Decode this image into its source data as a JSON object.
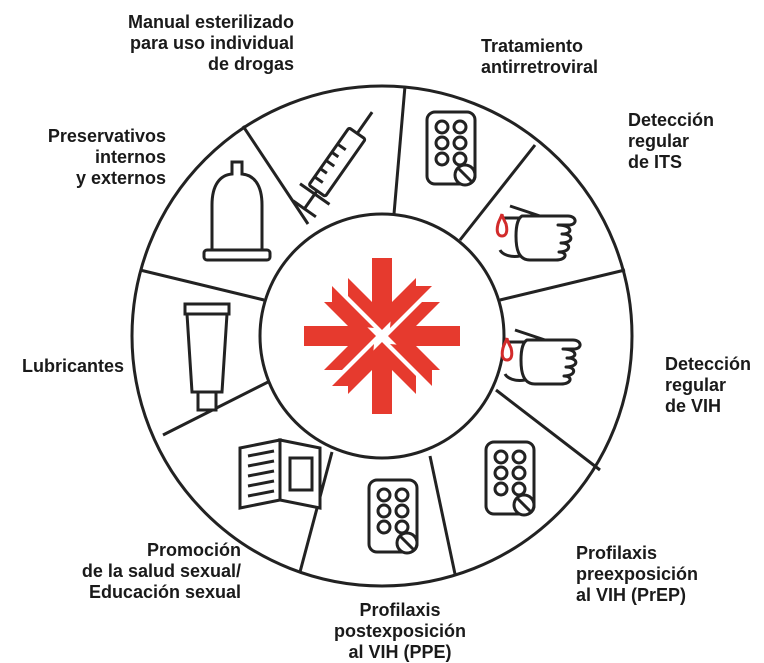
{
  "diagram": {
    "center_logo": {
      "color": "#e63a2e"
    },
    "segments": [
      {
        "id": "syringe",
        "icon": "syringe-icon",
        "lines": [
          "Manual esterilizado",
          "para uso individual",
          "de drogas"
        ]
      },
      {
        "id": "art",
        "icon": "pill-blister-icon",
        "lines": [
          "Tratamiento",
          "antirretroviral"
        ]
      },
      {
        "id": "sti",
        "icon": "finger-prick-icon",
        "lines": [
          "Detección",
          "regular",
          "de ITS"
        ]
      },
      {
        "id": "hiv",
        "icon": "finger-prick-icon",
        "lines": [
          "Detección",
          "regular",
          "de VIH"
        ]
      },
      {
        "id": "prep",
        "icon": "pill-blister-icon",
        "lines": [
          "Profilaxis",
          "preexposición",
          "al VIH (PrEP)"
        ]
      },
      {
        "id": "pep",
        "icon": "pill-blister-icon",
        "lines": [
          "Profilaxis",
          "postexposición",
          "al VIH (PPE)"
        ]
      },
      {
        "id": "education",
        "icon": "booklet-icon",
        "lines": [
          "Promoción",
          "de la salud sexual/",
          "Educación sexual"
        ]
      },
      {
        "id": "lubricants",
        "icon": "tube-icon",
        "lines": [
          "Lubricantes"
        ]
      },
      {
        "id": "condoms",
        "icon": "condom-icon",
        "lines": [
          "Preservativos",
          "internos",
          "y externos"
        ]
      }
    ]
  }
}
